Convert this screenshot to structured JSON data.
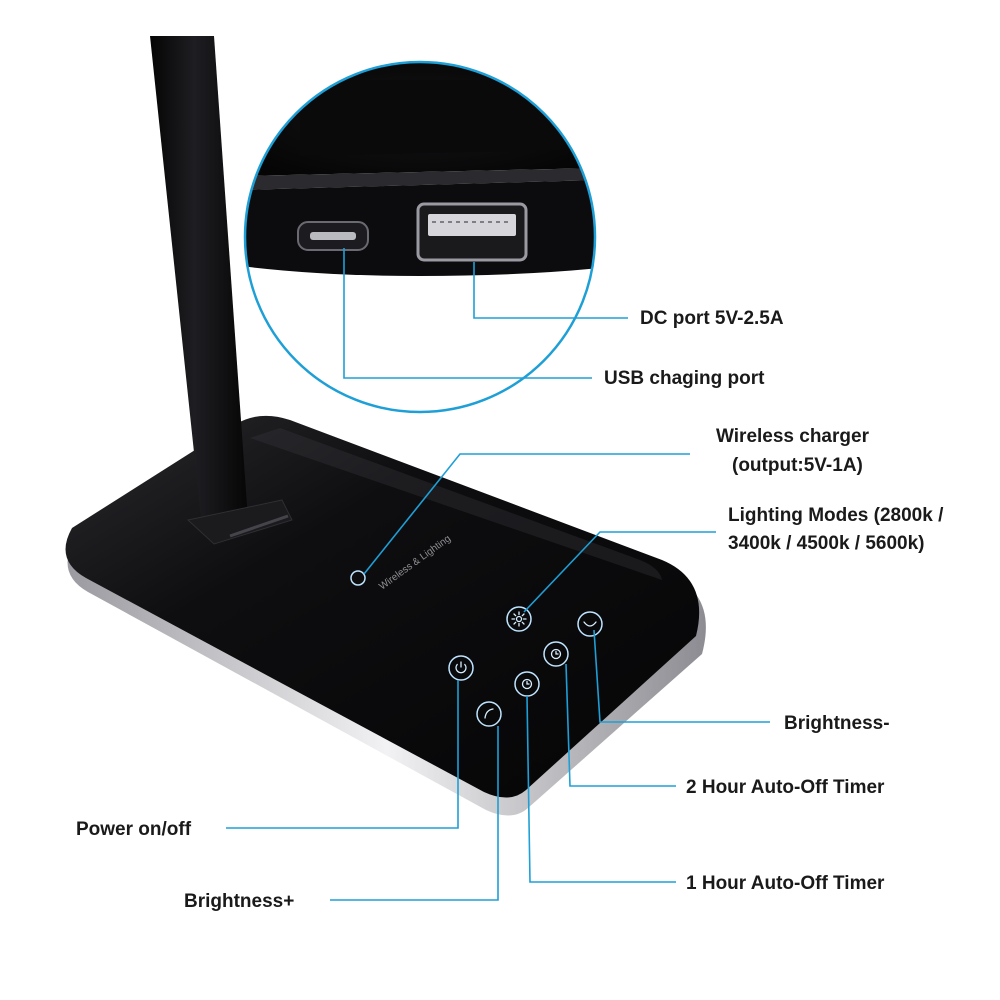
{
  "figure": {
    "product": "LED desk lamp with wireless charger",
    "accent_color": "#1e9fd6",
    "base_color": "#0b0b0d",
    "base_print": "Wireless & Lighting",
    "callouts": {
      "dc_port": "DC port 5V-2.5A",
      "usb_port": "USB chaging port",
      "wireless_line1": "Wireless charger",
      "wireless_line2": "(output:5V-1A)",
      "lighting_line1": "Lighting Modes (2800k /",
      "lighting_line2": "3400k / 4500k / 5600k)",
      "brightness_minus": "Brightness-",
      "timer_2h": "2 Hour Auto-Off Timer",
      "timer_1h": "1 Hour Auto-Off Timer",
      "power": "Power on/off",
      "brightness_plus": "Brightness+"
    },
    "icons": {
      "power": "power-icon",
      "lighting_mode": "sun-icon",
      "timer_2h": "timer-2h-icon",
      "timer_1h": "timer-1h-icon",
      "brightness_minus": "brightness-minus-icon",
      "brightness_plus": "brightness-plus-icon",
      "wireless": "wireless-charge-icon"
    }
  }
}
